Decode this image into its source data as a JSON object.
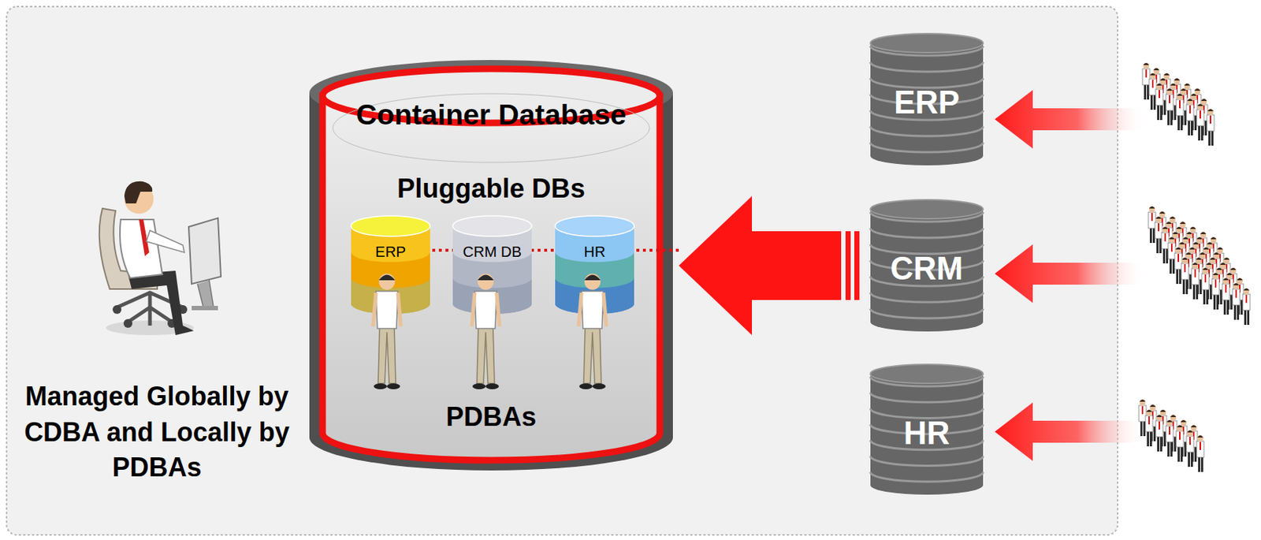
{
  "diagram": {
    "nodes": [
      {
        "text": [
          "Container Database",
          "Pluggable DBs",
          "PDBAs"
        ]
      },
      {
        "text": [
          "ERP"
        ],
        "in": 0
      },
      {
        "text": [
          "CRM DB"
        ],
        "in": 0
      },
      {
        "text": [
          "HR"
        ],
        "in": 0
      },
      {
        "text": [
          "ERP"
        ]
      },
      {
        "text": [
          "CRM"
        ]
      },
      {
        "text": [
          "HR"
        ]
      }
    ],
    "edges": [
      {
        "from": 5,
        "to": 0,
        "arrow": "to"
      }
    ],
    "labels": [
      "Managed Globally by CDBA and Locally by PDBAs"
    ]
  }
}
